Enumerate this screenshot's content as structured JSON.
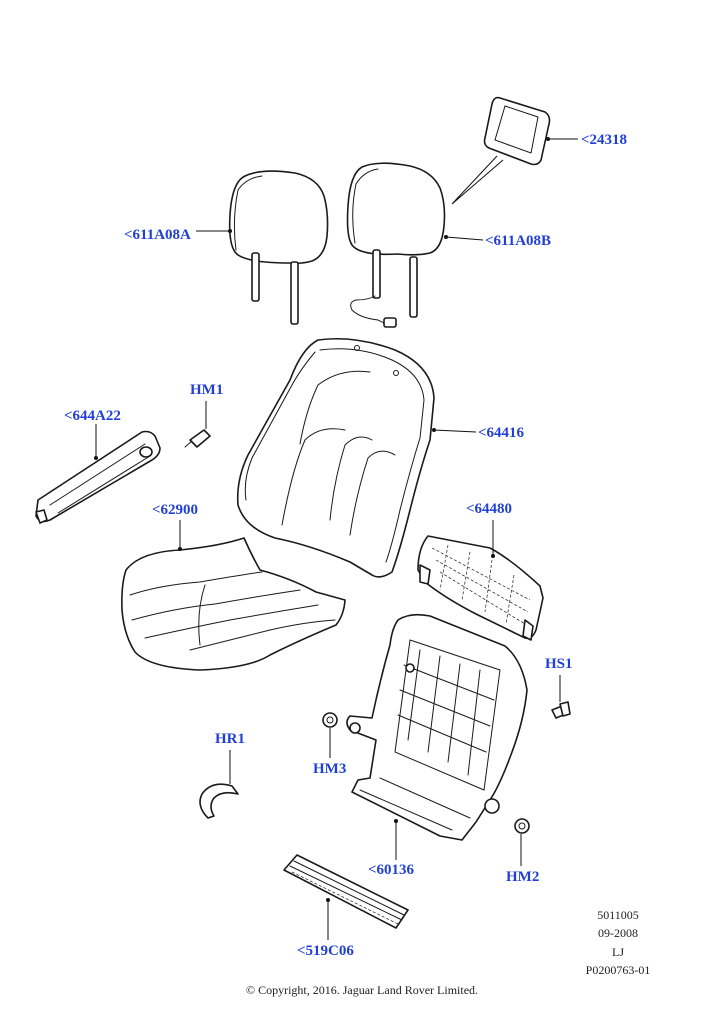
{
  "colors": {
    "callout": "#1f3fd6",
    "ink": "#1a1a1a",
    "background": "#ffffff"
  },
  "callouts": {
    "c24318": "<24318",
    "c611A08A": "<611A08A",
    "c611A08B": "<611A08B",
    "hm1": "HM1",
    "c644A22": "<644A22",
    "c64416": "<64416",
    "c62900": "<62900",
    "c64480": "<64480",
    "hs1": "HS1",
    "hr1": "HR1",
    "hm3": "HM3",
    "c60136": "<60136",
    "hm2": "HM2",
    "c519C06": "<519C06"
  },
  "info_block": {
    "line1": "5011005",
    "line2": "09-2008",
    "line3": "LJ",
    "line4": "P0200763-01"
  },
  "copyright": "© Copyright, 2016. Jaguar Land Rover Limited."
}
